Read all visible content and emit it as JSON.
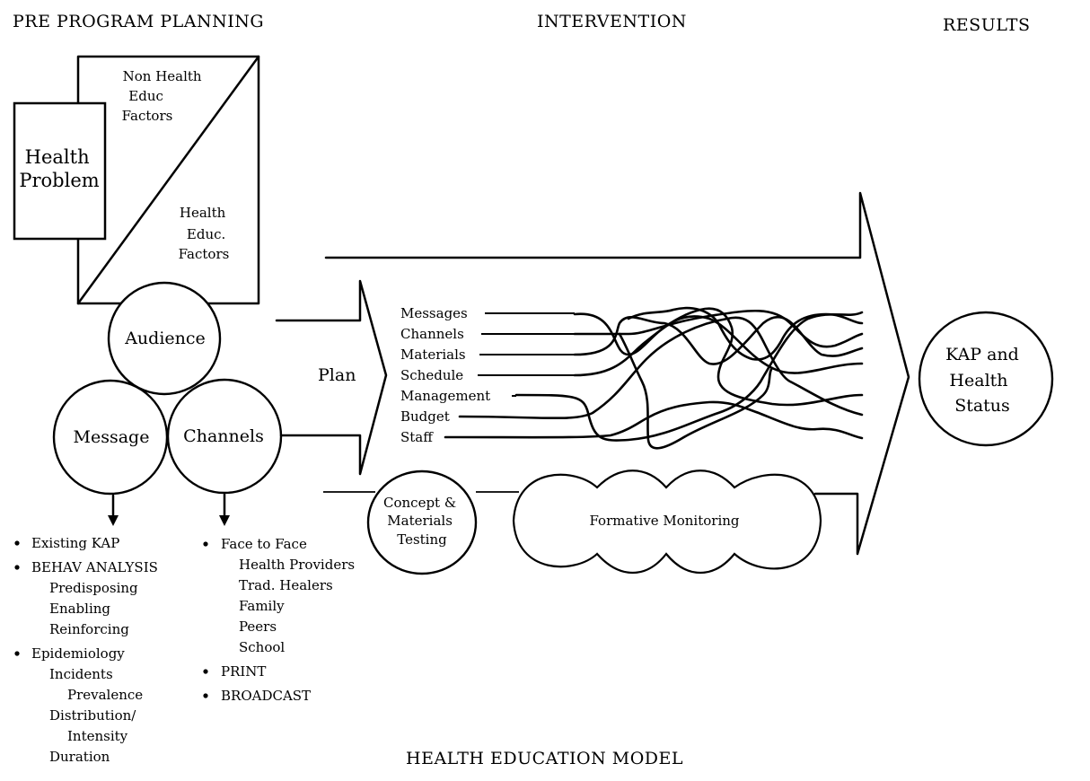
{
  "title": "HEALTH EDUCATION MODEL",
  "sections": {
    "pre_program": "PRE PROGRAM PLANNING",
    "intervention": "INTERVENTION",
    "results": "RESULTS"
  },
  "health_problem": [
    "Health",
    "Problem"
  ],
  "factors": {
    "non_health": [
      "Non Health",
      "Educ",
      "Factors"
    ],
    "health": [
      "Health",
      "Educ.",
      "Factors"
    ]
  },
  "circles": {
    "audience": "Audience",
    "message": "Message",
    "channels": "Channels"
  },
  "plan": {
    "label": "Plan",
    "items": [
      "Messages",
      "Channels",
      "Materials",
      "Schedule",
      "Management",
      "Budget",
      "Staff"
    ]
  },
  "concept_testing": [
    "Concept &",
    "Materials",
    "Testing"
  ],
  "formative_monitoring": "Formative Monitoring",
  "result": [
    "KAP and",
    "Health",
    "Status"
  ],
  "message_list": [
    {
      "text": "Existing KAP",
      "bullet": true,
      "indent": 0
    },
    {
      "text": "BEHAV ANALYSIS",
      "bullet": true,
      "indent": 0
    },
    {
      "text": "Predisposing",
      "bullet": false,
      "indent": 1
    },
    {
      "text": "Enabling",
      "bullet": false,
      "indent": 1
    },
    {
      "text": "Reinforcing",
      "bullet": false,
      "indent": 1
    },
    {
      "text": "Epidemiology",
      "bullet": true,
      "indent": 0
    },
    {
      "text": "Incidents",
      "bullet": false,
      "indent": 1
    },
    {
      "text": "Prevalence",
      "bullet": false,
      "indent": 2
    },
    {
      "text": "Distribution/",
      "bullet": false,
      "indent": 1
    },
    {
      "text": "Intensity",
      "bullet": false,
      "indent": 2
    },
    {
      "text": "Duration",
      "bullet": false,
      "indent": 1
    }
  ],
  "channel_list": [
    {
      "text": "Face to Face",
      "bullet": true,
      "indent": 0
    },
    {
      "text": "Health Providers",
      "bullet": false,
      "indent": 1
    },
    {
      "text": "Trad. Healers",
      "bullet": false,
      "indent": 1
    },
    {
      "text": "Family",
      "bullet": false,
      "indent": 1
    },
    {
      "text": "Peers",
      "bullet": false,
      "indent": 1
    },
    {
      "text": "School",
      "bullet": false,
      "indent": 1
    },
    {
      "text": "PRINT",
      "bullet": true,
      "indent": 0
    },
    {
      "text": "BROADCAST",
      "bullet": true,
      "indent": 0
    }
  ]
}
